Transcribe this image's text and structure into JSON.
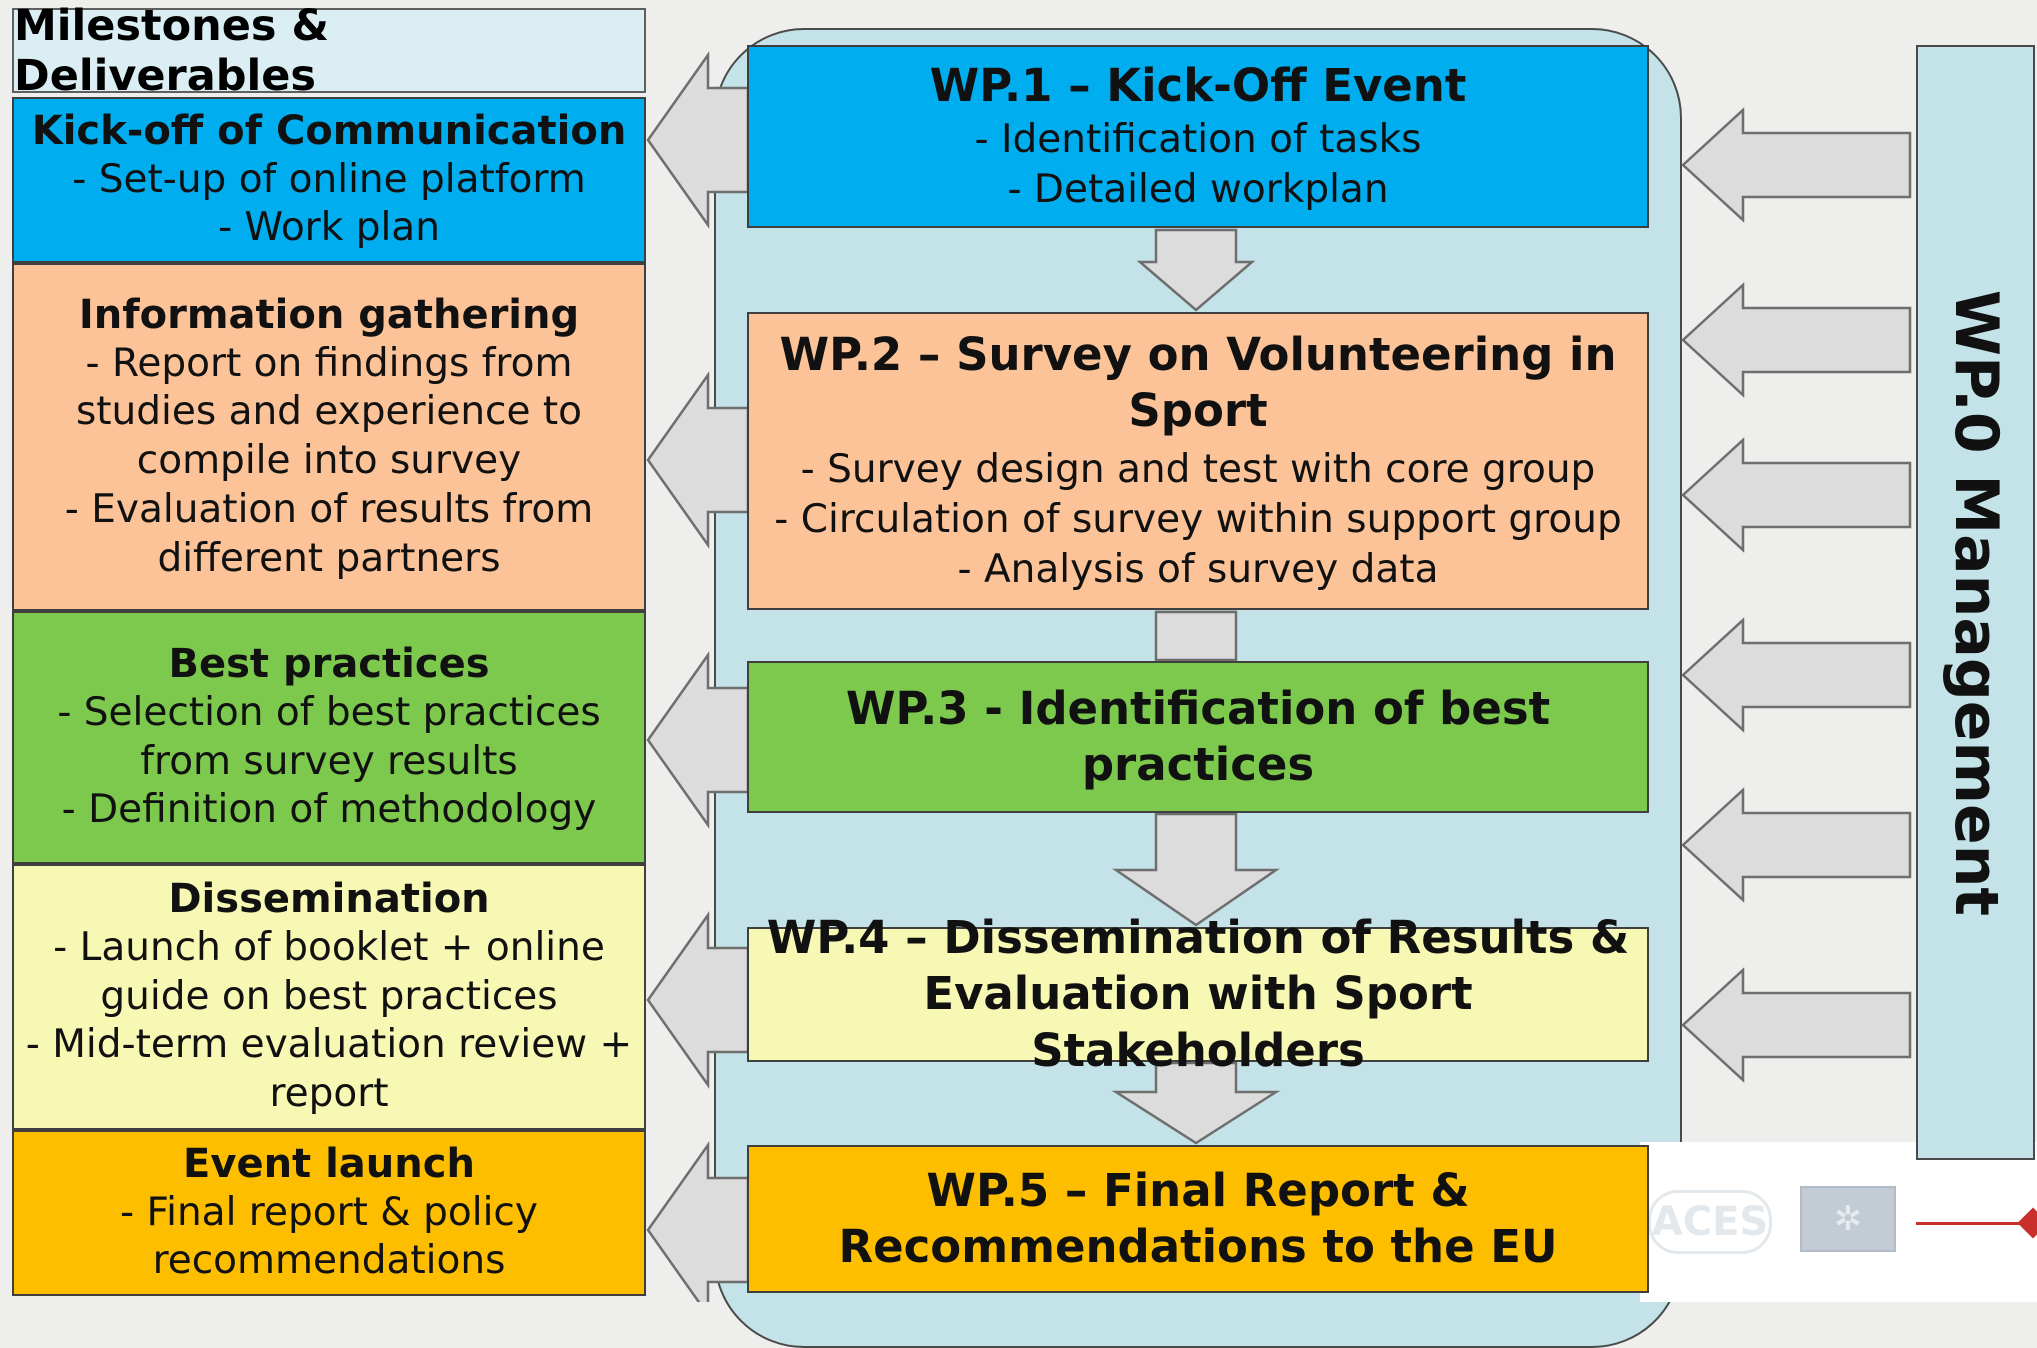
{
  "header": {
    "title": "Milestones & Deliverables"
  },
  "milestones": [
    {
      "title": "Kick-off of Communication",
      "lines": [
        "- Set-up of online platform",
        "- Work plan"
      ],
      "color": "#00aeef"
    },
    {
      "title": "Information gathering",
      "lines": [
        "- Report on findings from",
        "studies and experience to",
        "compile into survey",
        "- Evaluation of results from",
        "different partners"
      ],
      "color": "#fbc397"
    },
    {
      "title": "Best practices",
      "lines": [
        "- Selection of best practices",
        "from survey results",
        "- Definition of methodology"
      ],
      "color": "#7dc94e"
    },
    {
      "title": "Dissemination",
      "lines": [
        "- Launch of booklet + online",
        "guide on best practices",
        "- Mid-term evaluation review +",
        "report"
      ],
      "color": "#f8f8b5"
    },
    {
      "title": "Event launch",
      "lines": [
        "- Final report & policy",
        "recommendations"
      ],
      "color": "#fdbe00"
    }
  ],
  "workpackages": [
    {
      "title_lines": [
        "WP.1 – Kick-Off Event"
      ],
      "lines": [
        "- Identification of tasks",
        "- Detailed workplan"
      ],
      "color": "#00aeef"
    },
    {
      "title_lines": [
        "WP.2 – Survey on Volunteering in",
        "Sport"
      ],
      "lines": [
        "- Survey design and test with core group",
        "- Circulation of survey within support group",
        "- Analysis of survey data"
      ],
      "color": "#fbc397"
    },
    {
      "title_lines": [
        "WP.3 - Identification of best practices"
      ],
      "lines": [],
      "color": "#7dc94e"
    },
    {
      "title_lines": [
        "WP.4 – Dissemination of Results &",
        "Evaluation with Sport Stakeholders"
      ],
      "lines": [],
      "color": "#f8f8b5"
    },
    {
      "title_lines": [
        "WP.5 – Final Report &",
        "Recommendations to the EU"
      ],
      "lines": [],
      "color": "#fdbe00"
    }
  ],
  "management": {
    "label": "WP.0 Management"
  },
  "logos": {
    "aces": "ACES"
  },
  "colors": {
    "container": "#c3e3e8",
    "arrow_fill": "#dcdcdc",
    "arrow_stroke": "#6e6e6e"
  }
}
